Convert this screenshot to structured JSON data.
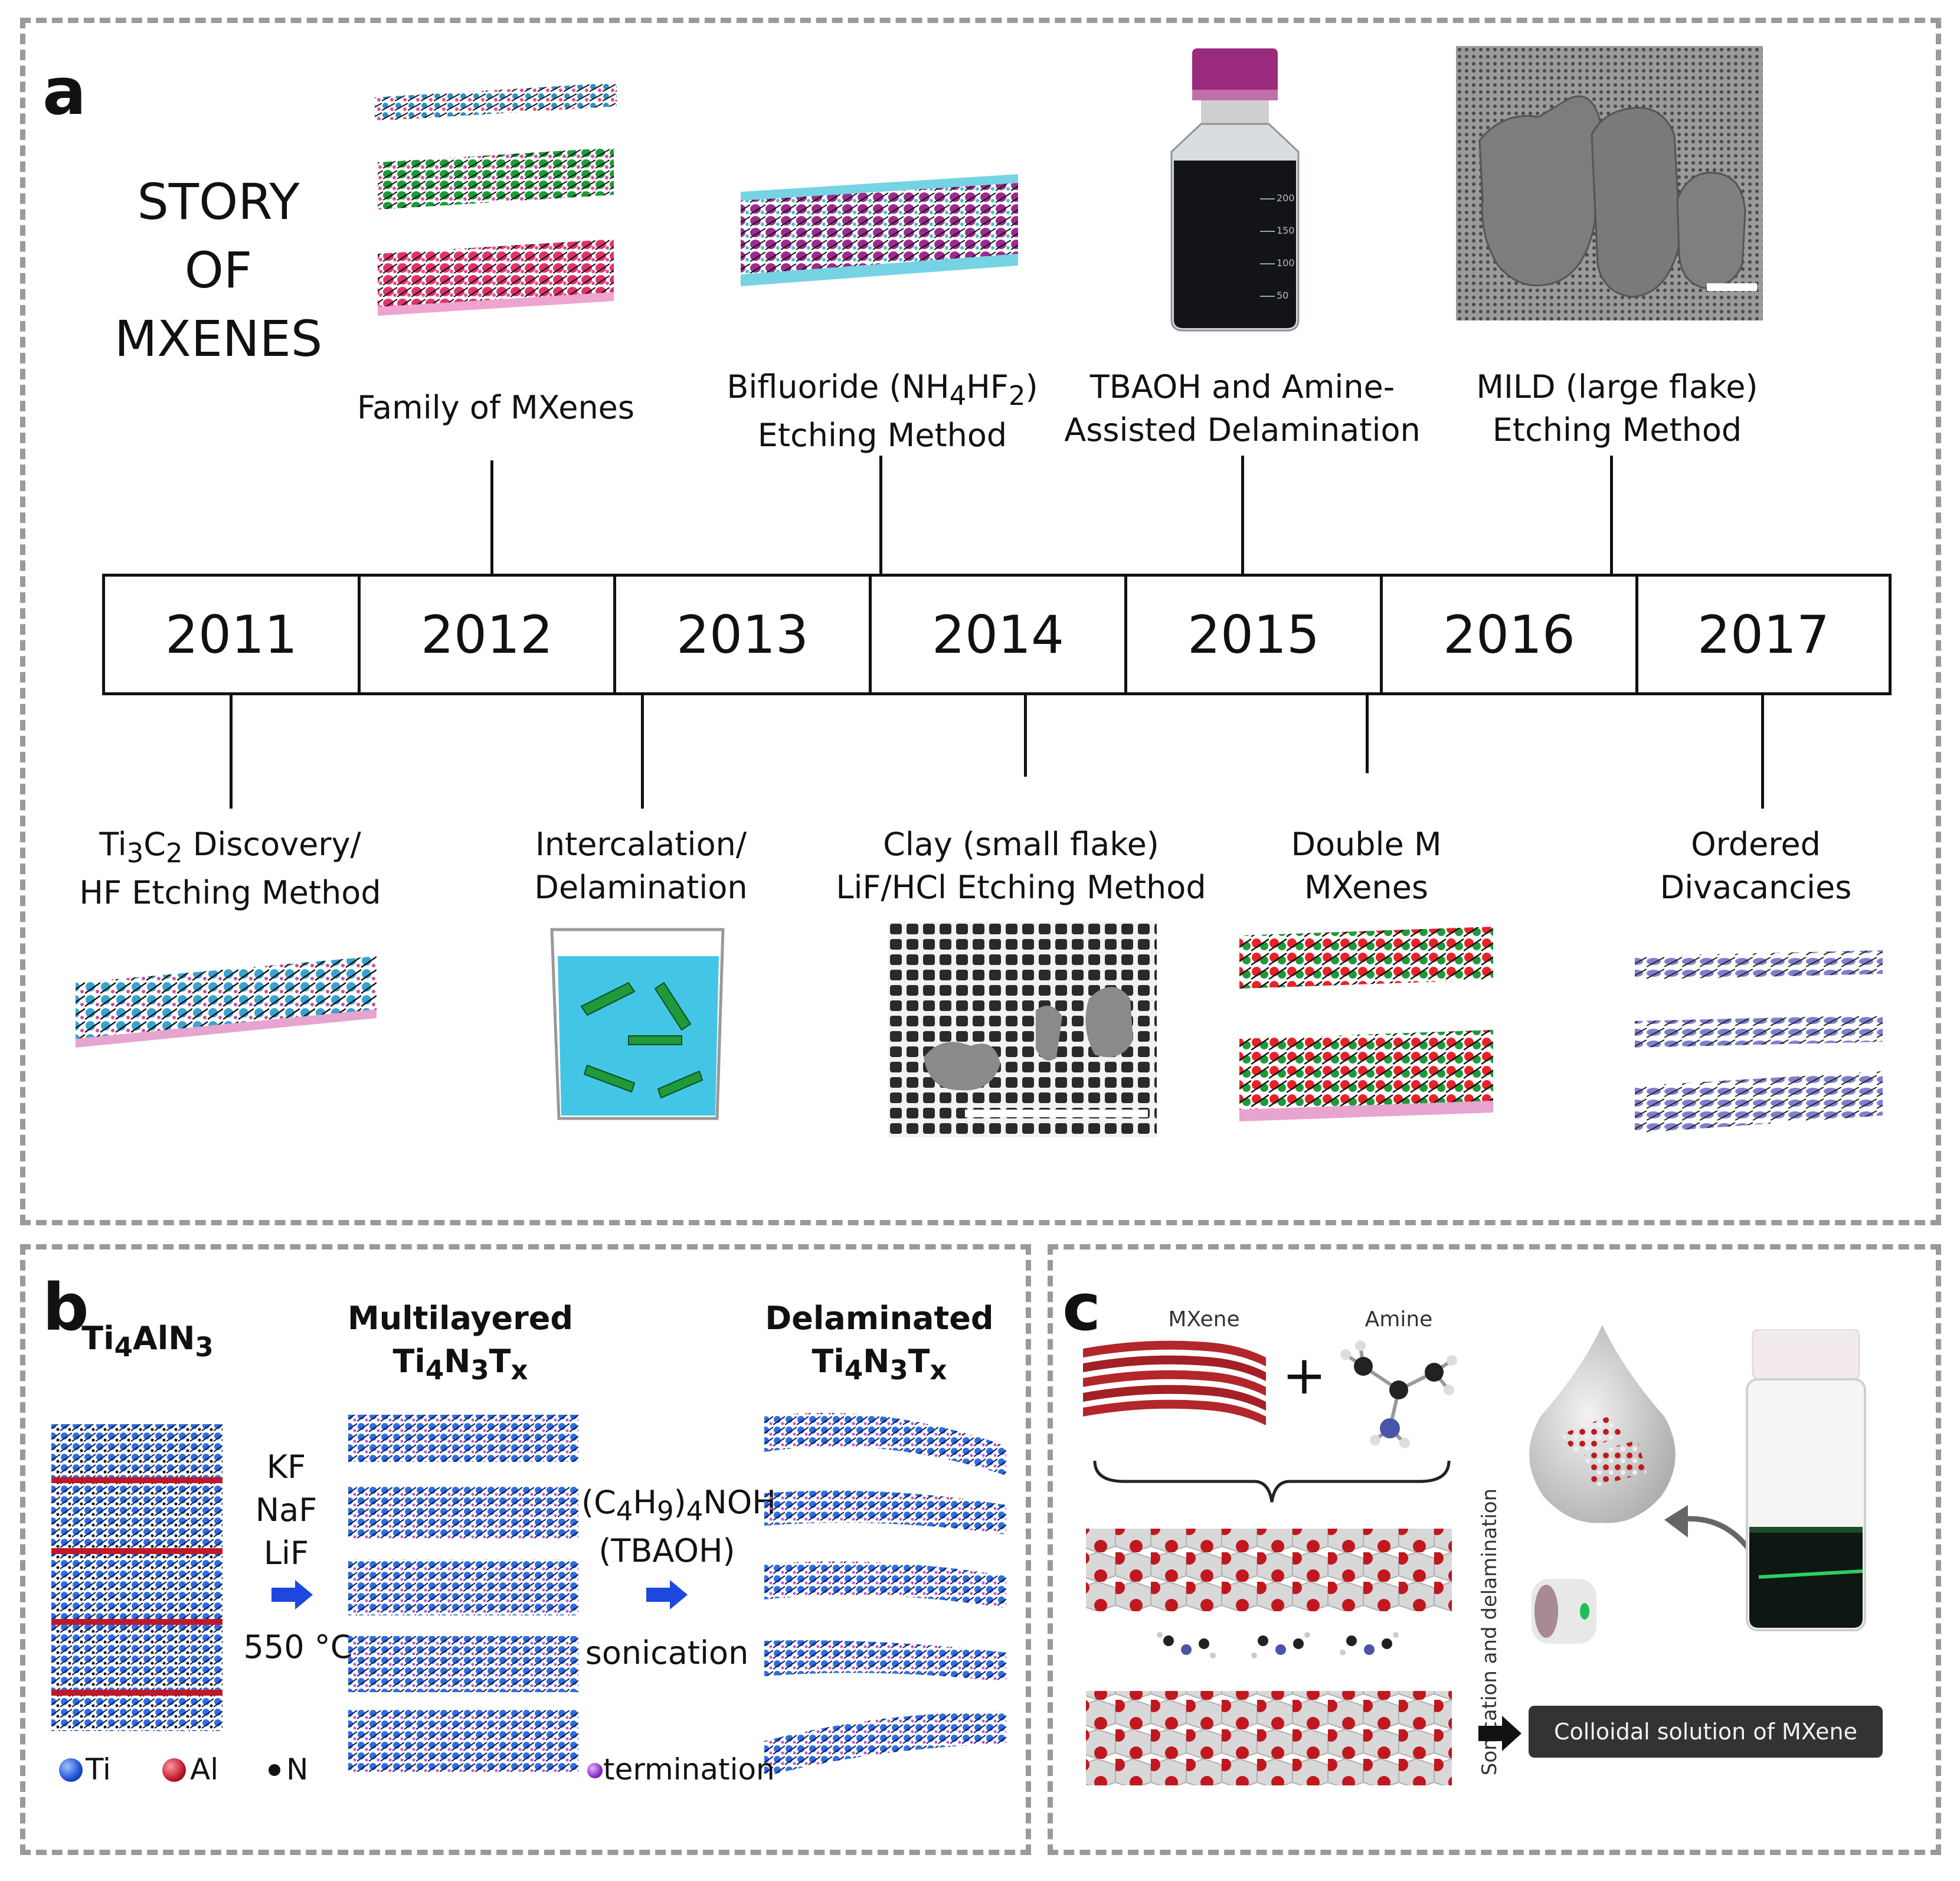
{
  "panel_a": {
    "label": "a",
    "title_lines": [
      "STORY",
      "OF",
      "MXENES"
    ],
    "years": [
      "2011",
      "2012",
      "2013",
      "2014",
      "2015",
      "2016",
      "2017"
    ],
    "events_top": [
      {
        "lines": [
          "Family of MXenes"
        ]
      },
      {
        "lines_html": [
          "Bifluoride (NH<sub>4</sub>HF<sub>2</sub>)",
          "Etching Method"
        ]
      },
      {
        "lines": [
          "TBAOH and Amine-",
          "Assisted Delamination"
        ]
      },
      {
        "lines": [
          "MILD (large flake)",
          "Etching Method"
        ]
      }
    ],
    "events_bottom": [
      {
        "lines_html": [
          "Ti<sub>3</sub>C<sub>2</sub> Discovery/",
          "HF Etching Method"
        ]
      },
      {
        "lines": [
          "Intercalation/",
          "Delamination"
        ]
      },
      {
        "lines": [
          "Clay  (small flake)",
          "LiF/HCl Etching Method"
        ]
      },
      {
        "lines": [
          "Double M",
          "MXenes"
        ]
      },
      {
        "lines": [
          "Ordered",
          "Divacancies"
        ]
      }
    ],
    "bottle_marks": [
      "200",
      "150",
      "100",
      "50"
    ]
  },
  "panel_b": {
    "label": "b",
    "col1_title_html": "Ti<sub>4</sub>AlN<sub>3</sub>",
    "col2_title_lines_html": [
      "Multilayered",
      "Ti<sub>4</sub>N<sub>3</sub>T<sub>x</sub>"
    ],
    "col3_title_lines_html": [
      "Delaminated",
      "Ti<sub>4</sub>N<sub>3</sub>T<sub>x</sub>"
    ],
    "step1_reagents": [
      "KF",
      "NaF",
      "LiF"
    ],
    "step1_condition": "550 °C",
    "step2_reagent_html": "(C<sub>4</sub>H<sub>9</sub>)<sub>4</sub>NOH",
    "step2_reagent_abbr": "(TBAOH)",
    "step2_condition": "sonication",
    "legend": [
      {
        "symbol": "Ti",
        "color": "#1f4fd6"
      },
      {
        "symbol": "Al",
        "color": "#c0182a"
      },
      {
        "symbol": "N",
        "color": "#111111"
      },
      {
        "symbol": "termination",
        "color": "#8a2fc9"
      }
    ]
  },
  "panel_c": {
    "label": "c",
    "mxene_label": "MXene",
    "amine_label": "Amine",
    "plus": "+",
    "vertical_text": "Sonication and delamination",
    "result_label": "Colloidal solution of MXene"
  },
  "colors": {
    "border_dash": "#9a9a9a",
    "ti_blue": "#3aa3d1",
    "green": "#1e9a3a",
    "pink": "#e0336b",
    "purple": "#9b2b8f",
    "cyan_water": "#43c6e6",
    "mxene_red": "#b3262b",
    "divacancy_purple": "#7f7fd0"
  }
}
